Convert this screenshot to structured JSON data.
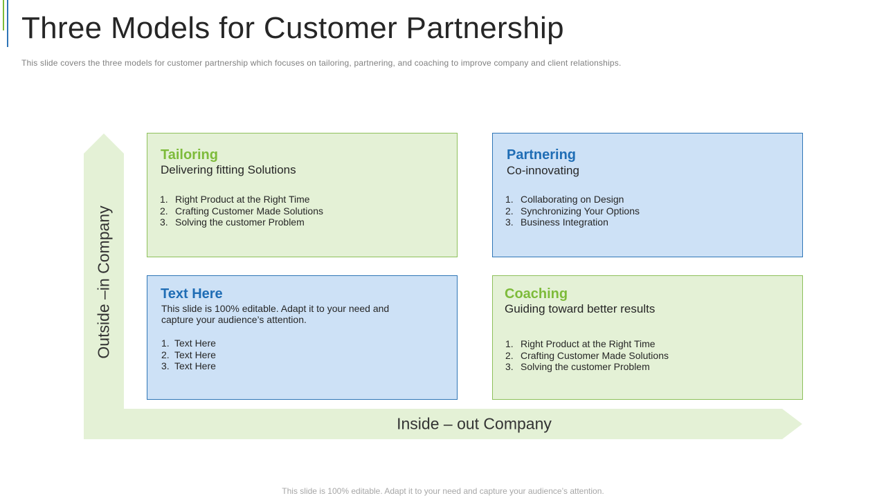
{
  "slide": {
    "title": "Three Models for Customer Partnership",
    "subtitle": "This slide covers the three models for customer partnership which focuses on tailoring, partnering, and coaching to improve  company and client relationships.",
    "footer": "This slide is 100% editable. Adapt it to your need and capture your audience’s attention."
  },
  "axes": {
    "vertical_label": "Outside –in Company",
    "horizontal_label": "Inside – out Company"
  },
  "colors": {
    "green_accent": "#7dbb3a",
    "blue_accent": "#1f6db5",
    "green_fill": "#e4f1d6",
    "blue_fill": "#cde1f6",
    "arrow_fill": "#e4f1d6"
  },
  "quadrants": {
    "tailoring": {
      "heading": "Tailoring",
      "subheading": "Delivering fitting Solutions",
      "items": [
        {
          "num": "1.",
          "text": "Right Product at the Right Time"
        },
        {
          "num": "2.",
          "text": "Crafting Customer Made Solutions"
        },
        {
          "num": "3.",
          "text": "Solving the customer Problem"
        }
      ]
    },
    "partnering": {
      "heading": "Partnering",
      "subheading": "Co-innovating",
      "items": [
        {
          "num": "1.",
          "text": "Collaborating on Design"
        },
        {
          "num": "2.",
          "text": "Synchronizing Your Options"
        },
        {
          "num": "3.",
          "text": "Business Integration"
        }
      ]
    },
    "text_here": {
      "heading": "Text Here",
      "description": "This slide is 100% editable. Adapt it to your need and capture your audience’s attention.",
      "items": [
        {
          "num": "1.",
          "text": "Text Here"
        },
        {
          "num": "2.",
          "text": "Text Here"
        },
        {
          "num": "3.",
          "text": "Text Here"
        }
      ]
    },
    "coaching": {
      "heading": "Coaching",
      "subheading": "Guiding toward better results",
      "items": [
        {
          "num": "1.",
          "text": "Right Product at the Right Time"
        },
        {
          "num": "2.",
          "text": "Crafting Customer Made Solutions"
        },
        {
          "num": "3.",
          "text": "Solving the customer Problem"
        }
      ]
    }
  }
}
